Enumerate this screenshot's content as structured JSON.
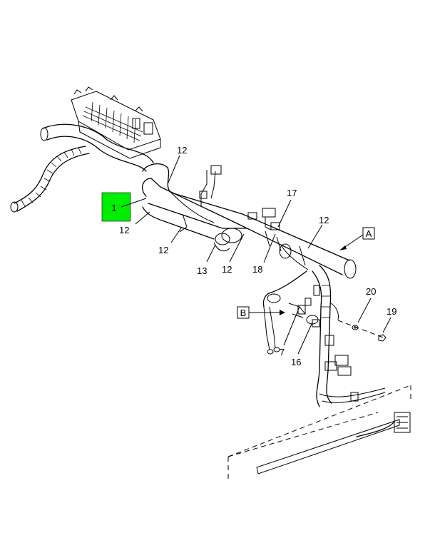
{
  "callouts": {
    "c1": "1",
    "c7": "7",
    "c12a": "12",
    "c12b": "12",
    "c12c": "12",
    "c12d": "12",
    "c12e": "12",
    "c13": "13",
    "c16": "16",
    "c17": "17",
    "c18": "18",
    "c19": "19",
    "c20": "20"
  },
  "views": {
    "a": "A",
    "b": "B"
  },
  "colors": {
    "highlight": "#00ee00",
    "line": "#000000",
    "paper": "#ffffff"
  }
}
